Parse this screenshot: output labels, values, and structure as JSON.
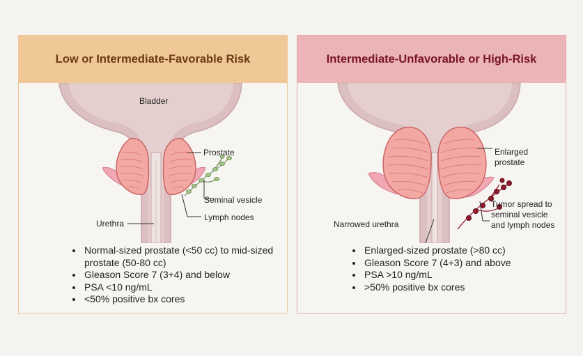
{
  "left_panel": {
    "title": "Low or Intermediate-Favorable Risk",
    "labels": {
      "bladder": "Bladder",
      "prostate": "Prostate",
      "seminal_vesicle": "Seminal vesicle",
      "lymph_nodes": "Lymph nodes",
      "urethra": "Urethra"
    },
    "bullets": [
      "Normal-sized prostate (<50 cc) to mid-sized prostate (50-80 cc)",
      "Gleason Score 7 (3+4) and below",
      "PSA <10 ng/mL",
      "<50% positive bx cores"
    ]
  },
  "right_panel": {
    "title": "Intermediate-Unfavorable or High-Risk",
    "labels": {
      "enlarged_prostate_1": "Enlarged",
      "enlarged_prostate_2": "prostate",
      "tumor_1": "Tumor spread to",
      "tumor_2": "seminal vesicle",
      "tumor_3": "and lymph nodes",
      "narrowed_urethra": "Narrowed urethra"
    },
    "bullets": [
      "Enlarged-sized prostate (>80 cc)",
      "Gleason Score 7 (4+3) and above",
      "PSA >10 ng/mL",
      ">50% positive bx cores"
    ]
  },
  "colors": {
    "left_header_bg": "#f0c898",
    "left_title": "#6b3a12",
    "right_header_bg": "#ebb4b7",
    "right_title": "#7a1422",
    "prostate_fill": "#f4a8a4",
    "bladder_fill": "#dcbfc0",
    "lymph_node_normal": "#a8c98a",
    "tumor_node": "#8e1a2c"
  }
}
